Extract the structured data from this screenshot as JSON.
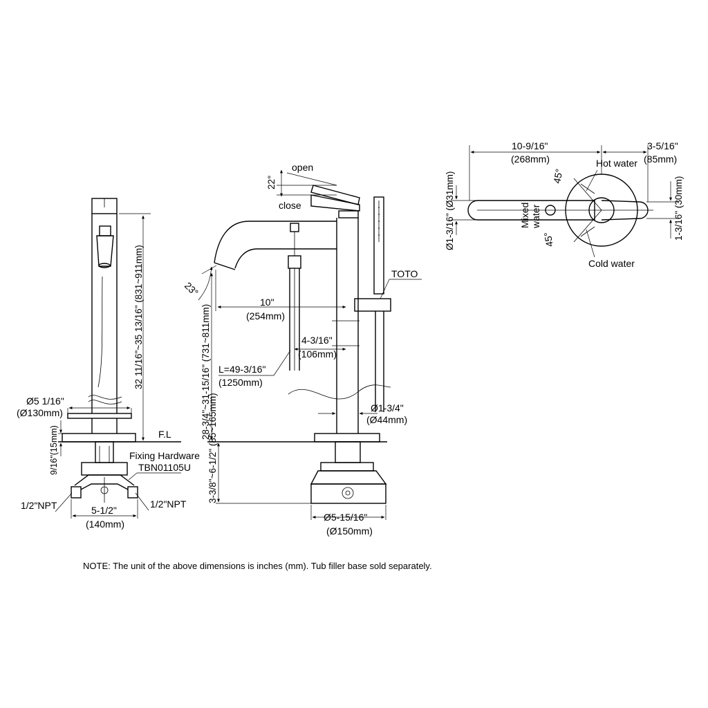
{
  "side_view": {
    "height_label": "32 11/16\"~35 13/16\" (831~911mm)",
    "base_diameter_in": "Ø5 1/16\"",
    "base_diameter_mm": "(Ø130mm)",
    "base_thickness": "9/16\"(15mm)",
    "fl_label": "F.L",
    "fixing_hardware_label": "Fixing Hardware",
    "fixing_hardware_model": "TBN01105U",
    "npt_left": "1/2\"NPT",
    "npt_right": "1/2\"NPT",
    "width_in": "5-1/2\"",
    "width_mm": "(140mm)"
  },
  "front_view": {
    "open_label": "open",
    "close_label": "close",
    "handle_angle": "22°",
    "spout_angle": "23°",
    "reach_in": "10\"",
    "reach_mm": "(254mm)",
    "spout_height": "28-3/4\"~31-15/16\" (731~811mm)",
    "hose_length_in": "L=49-3/16\"",
    "hose_length_mm": "(1250mm)",
    "offset_in": "4-3/16\"",
    "offset_mm": "(106mm)",
    "brand": "TOTO",
    "column_diameter_in": "Ø1-3/4\"",
    "column_diameter_mm": "(Ø44mm)",
    "rough_in_height": "3-3/8\"~6-1/2\" (85~165mm)",
    "base_diameter_in": "Ø5-15/16\"",
    "base_diameter_mm": "(Ø150mm)"
  },
  "top_view": {
    "length_in": "10-9/16\"",
    "length_mm": "(268mm)",
    "handle_len_in": "3-5/16\"",
    "handle_len_mm": "(85mm)",
    "hot_label": "Hot water",
    "cold_label": "Cold water",
    "mixed_line1": "Mixed",
    "mixed_line2": "water",
    "angle_top": "45°",
    "angle_bottom": "45°",
    "spout_diameter": "Ø1-3/16\" (Ø31mm)",
    "handle_width": "1-3/16\" (30mm)"
  },
  "note": "NOTE: The unit of the above dimensions is inches (mm). Tub filler base sold separately."
}
